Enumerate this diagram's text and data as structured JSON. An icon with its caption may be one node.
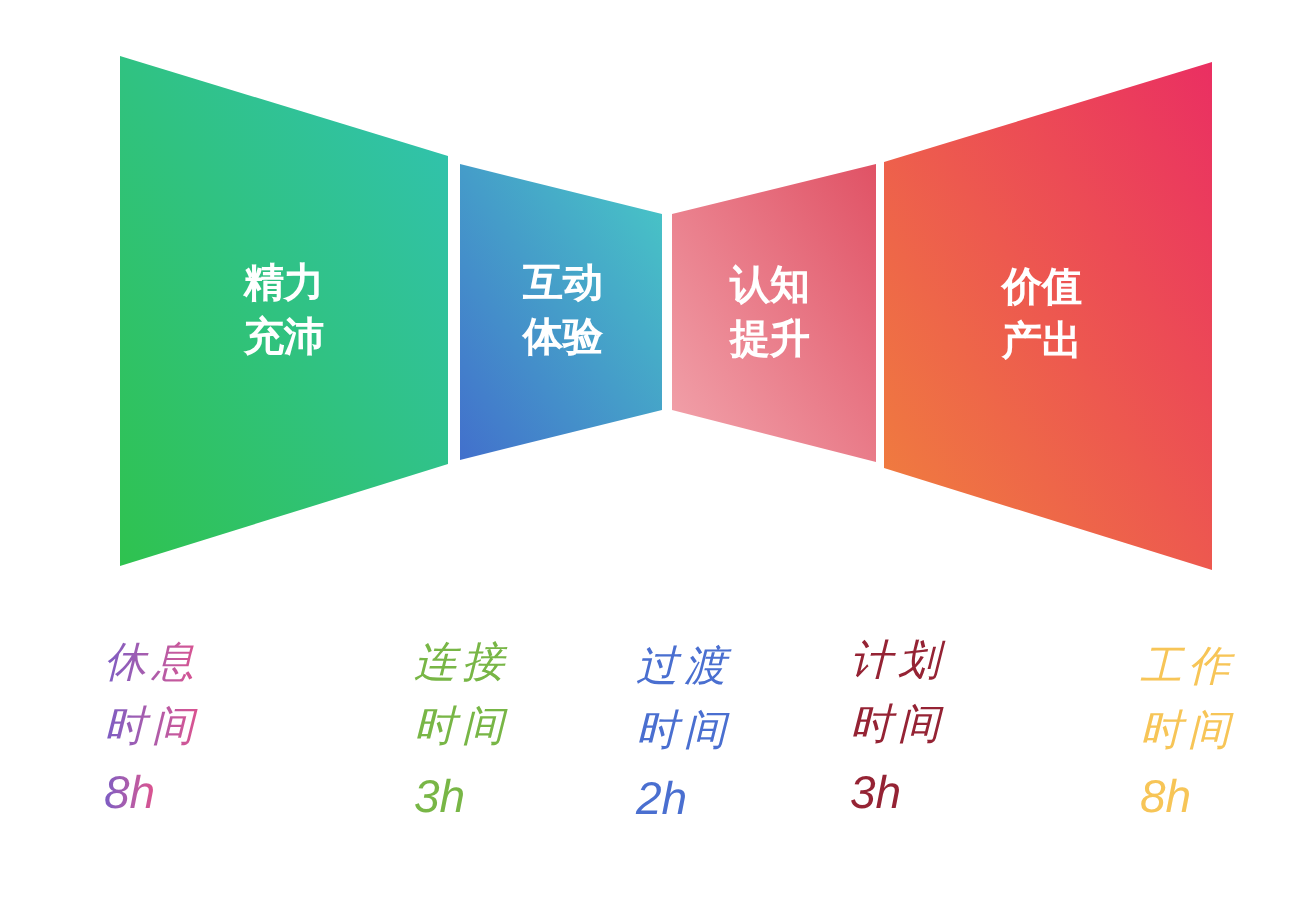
{
  "diagram": {
    "nodes": [
      {
        "text": [
          "精力充沛"
        ]
      },
      {
        "text": [
          "互动体验"
        ]
      },
      {
        "text": [
          "认知提升"
        ]
      },
      {
        "text": [
          "价值产出"
        ]
      }
    ],
    "labels": [
      "休息时间",
      "8h",
      "连接时间",
      "3h",
      "过渡时间",
      "2h",
      "计划时间",
      "3h",
      "工作时间",
      "8h"
    ]
  }
}
